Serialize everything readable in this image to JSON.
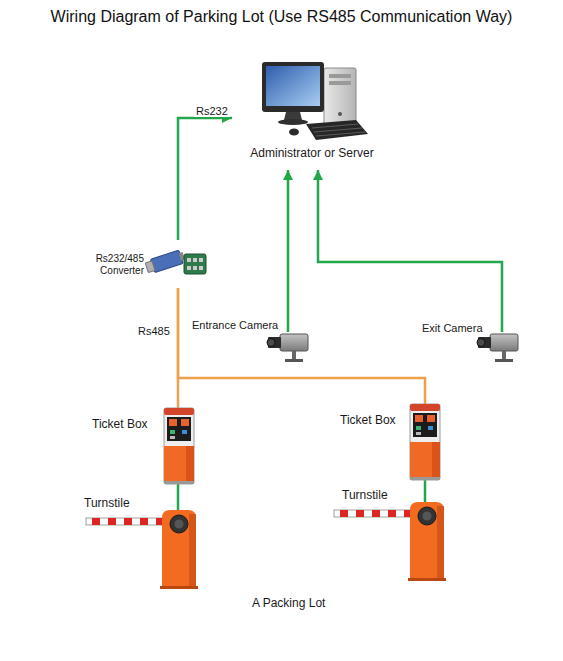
{
  "diagram": {
    "title": "Wiring Diagram of Parking Lot (Use RS485 Communication Way)",
    "nodes": [
      {
        "text": [
          "Administrator or Server"
        ]
      },
      {
        "text": [
          "Rs232/485 Converter"
        ]
      },
      {
        "text": [
          "Entrance Camera"
        ]
      },
      {
        "text": [
          "Exit Camera"
        ]
      },
      {
        "text": [
          "Ticket Box"
        ]
      },
      {
        "text": [
          "Ticket Box"
        ]
      },
      {
        "text": [
          "Turnstile"
        ]
      },
      {
        "text": [
          "Turnstile"
        ]
      }
    ],
    "edges": [
      {
        "from": 1,
        "to": 0,
        "arrow": "to",
        "label": "Rs232"
      },
      {
        "from": 2,
        "to": 0,
        "arrow": "to"
      },
      {
        "from": 3,
        "to": 0,
        "arrow": "to"
      },
      {
        "from": 1,
        "to": 4,
        "arrow": "none",
        "label": "Rs485"
      },
      {
        "from": 1,
        "to": 5,
        "arrow": "none"
      },
      {
        "from": 4,
        "to": 6,
        "arrow": "none"
      },
      {
        "from": 5,
        "to": 7,
        "arrow": "none"
      }
    ],
    "labels": [
      "A Packing Lot"
    ]
  }
}
